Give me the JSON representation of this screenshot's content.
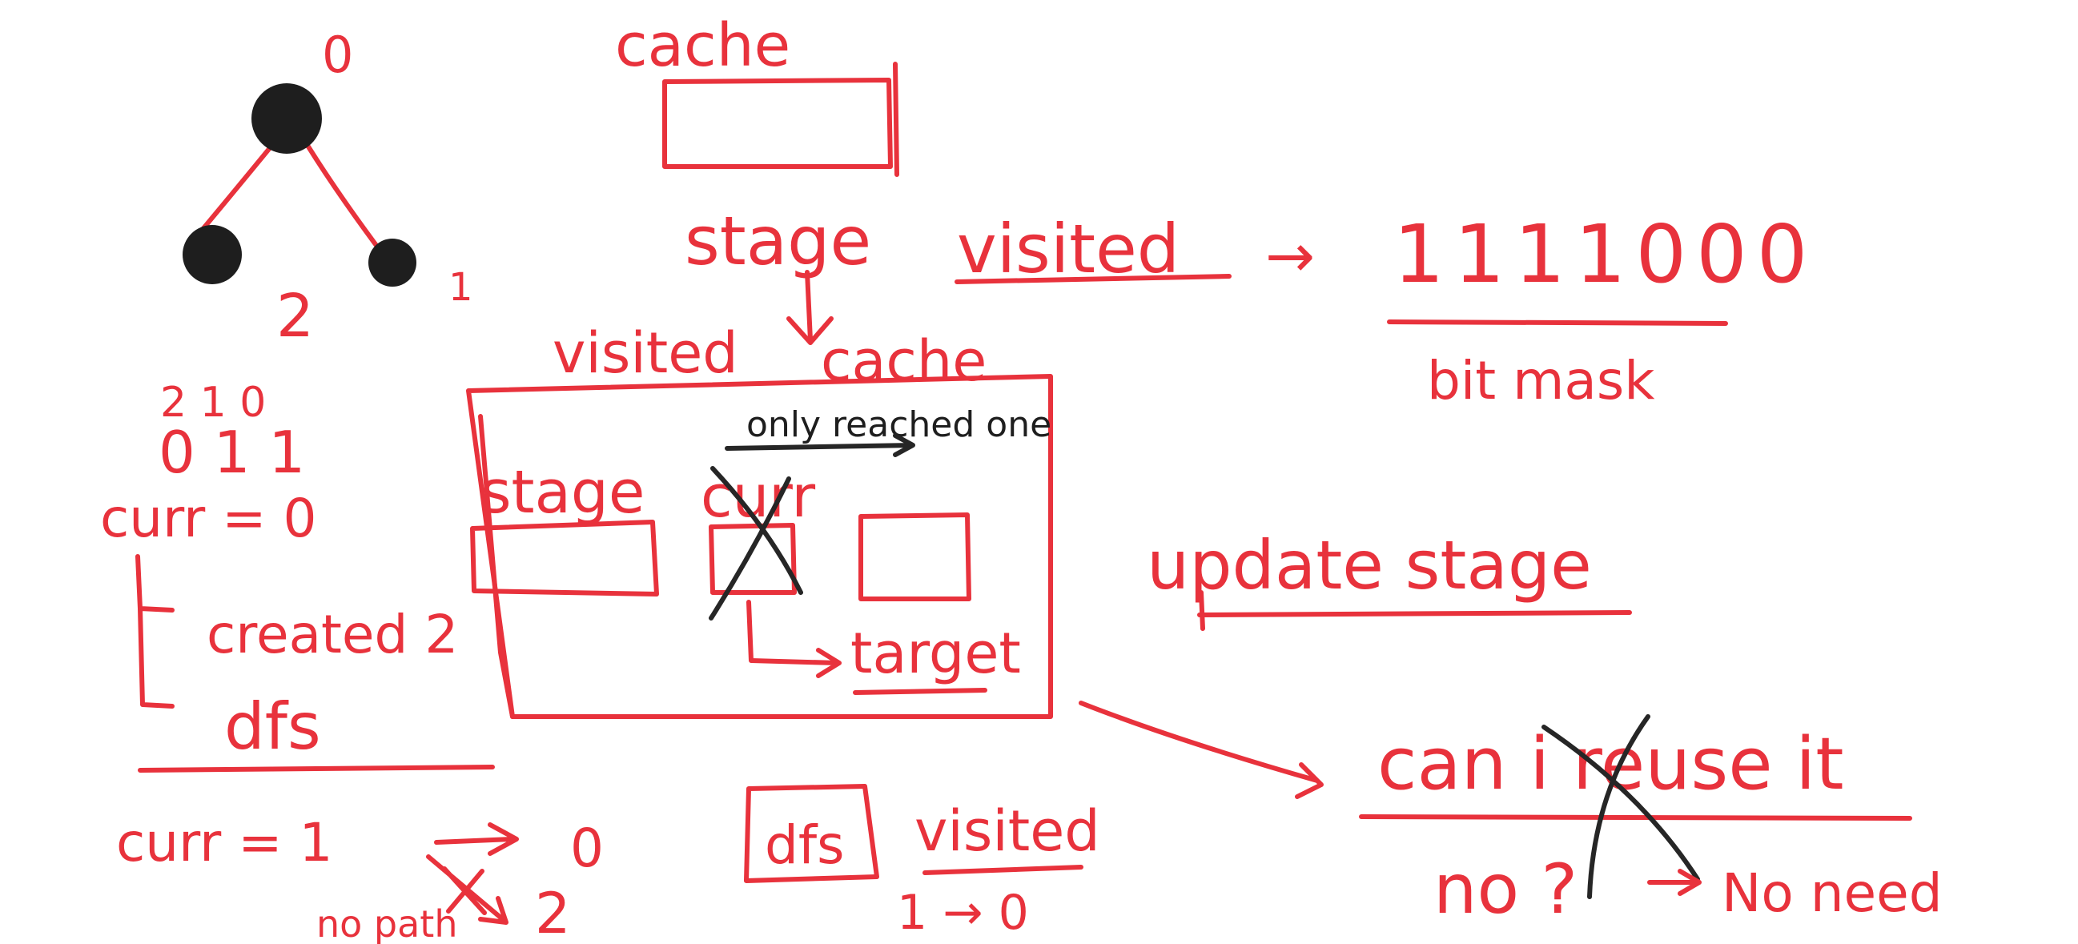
{
  "colors": {
    "ink_red": "#e8323c",
    "ink_dark": "#1e1e1e",
    "background": "#ffffff"
  },
  "tree": {
    "root_label": "0",
    "left_label": "2",
    "right_label": "1"
  },
  "bits": {
    "header": "2 1 0",
    "values": "0 1 1"
  },
  "left_notes": {
    "curr_line": "curr = 0",
    "created": "created 2",
    "dfs": "dfs",
    "curr_path": "curr = 1",
    "arrow_target": "0",
    "no_path_label": "no path",
    "no_path_target": "2"
  },
  "cache_block": {
    "label": "cache",
    "stage": "stage"
  },
  "visited_block": {
    "visited": "visited",
    "arrow": "→",
    "bits": "1111000",
    "bit_mask": "bit mask"
  },
  "state_box": {
    "visited": "visited",
    "cache": "cache",
    "only_reached_one": "only reached one",
    "stage": "stage",
    "curr": "curr",
    "target": "target"
  },
  "right_notes": {
    "update_stage": "update stage",
    "can_reuse_it": "can i reuse it",
    "no": "no ?",
    "no_need": "No need"
  },
  "bottom_mid": {
    "dfs": "dfs",
    "visited": "visited",
    "transition": "1 → 0"
  }
}
